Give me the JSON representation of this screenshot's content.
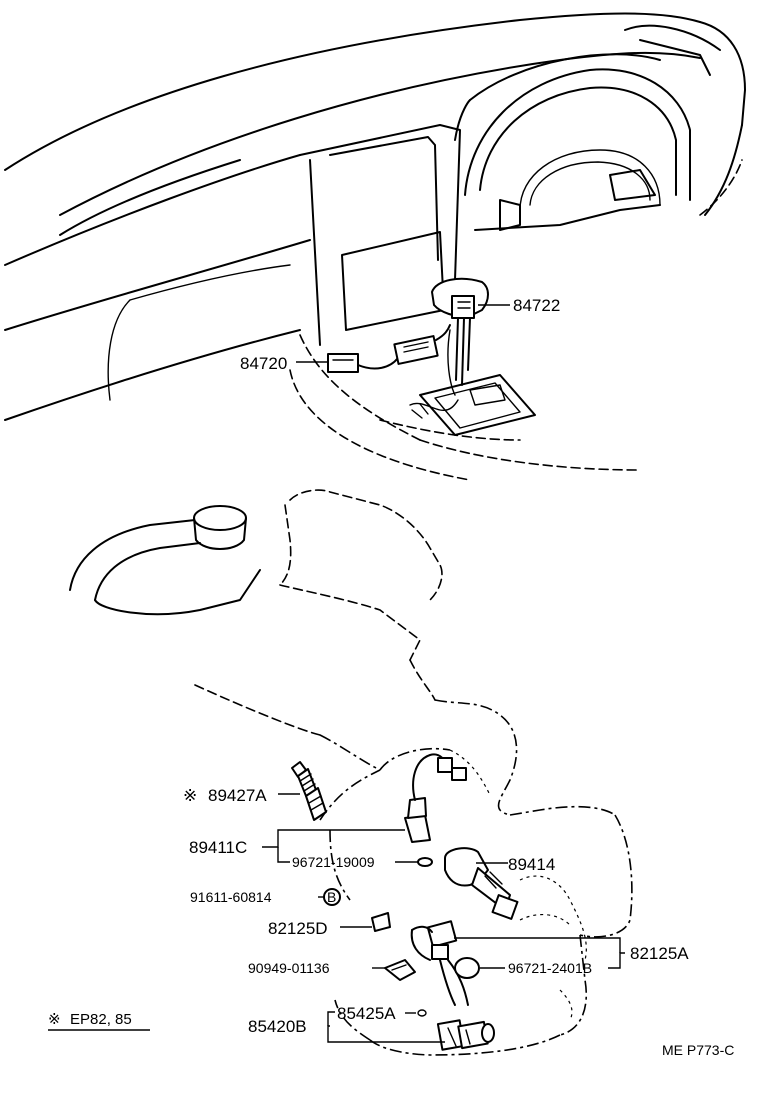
{
  "part_labels": {
    "p84722": "84722",
    "p84720": "84720",
    "p89427A": "89427A",
    "p89411C": "89411C",
    "p96721_19009": "96721-19009",
    "p89414": "89414",
    "p91611_60814": "91611-60814",
    "bolt_marker": "B",
    "p82125D": "82125D",
    "p90949_01136": "90949-01136",
    "p96721_24018": "96721-2401B",
    "p82125A": "82125A",
    "p85425A": "85425A",
    "p85420B": "85420B"
  },
  "note": {
    "mark": "※",
    "text": "EP82, 85"
  },
  "reference_code": "ME P773-C"
}
